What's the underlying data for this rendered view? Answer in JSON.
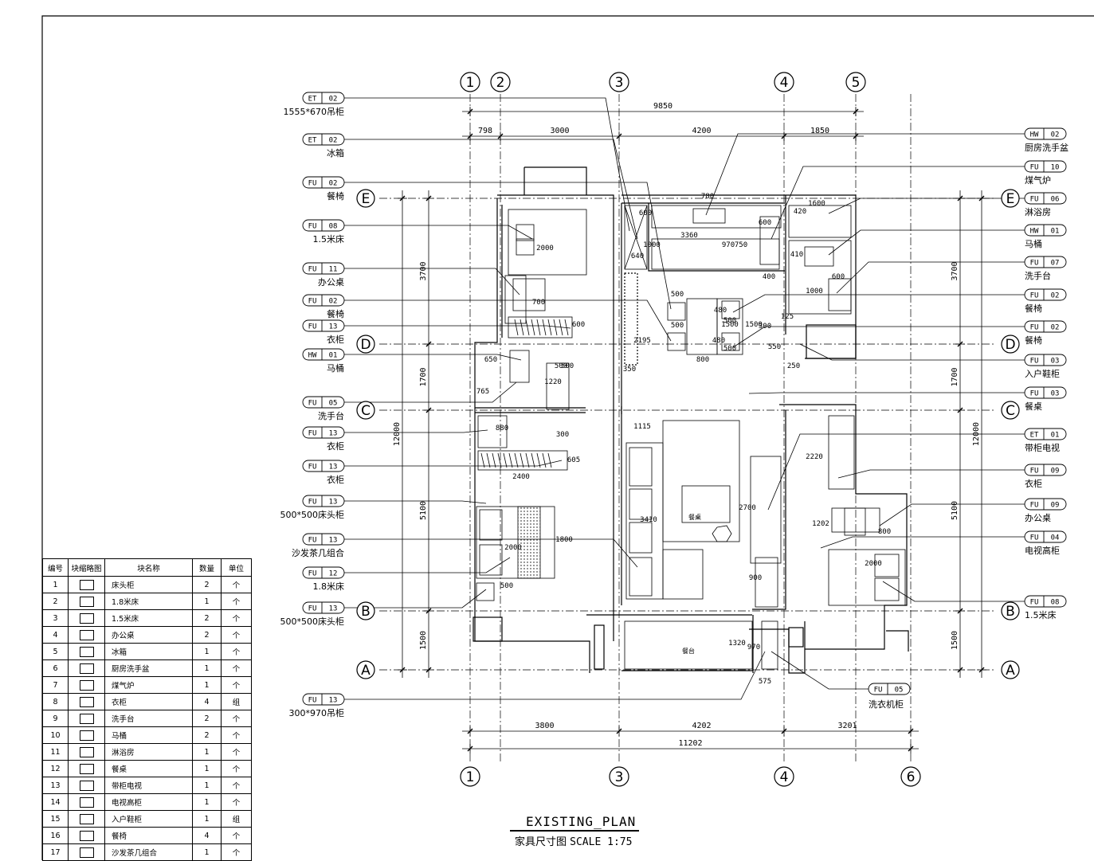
{
  "drawing": {
    "title": "EXISTING_PLAN",
    "subtitle_cn": "家具尺寸图",
    "scale_label": "SCALE 1:75"
  },
  "grid_top": [
    "1",
    "2",
    "3",
    "4",
    "5"
  ],
  "grid_bottom": [
    "1",
    "3",
    "4",
    "6"
  ],
  "grid_rows": [
    "E",
    "D",
    "C",
    "B",
    "A"
  ],
  "dimensions": {
    "top_total": "9850",
    "top": [
      "798",
      "3000",
      "4200",
      "1850"
    ],
    "bottom": [
      "3800",
      "4202",
      "3201"
    ],
    "bottom_total": "11202",
    "left_total": "12000",
    "right_total": "12000",
    "left": [
      "3700",
      "1700",
      "5100",
      "1500"
    ],
    "right": [
      "3700",
      "1700",
      "5100",
      "1500"
    ],
    "interior": [
      "600",
      "3360",
      "1000",
      "970",
      "750",
      "600",
      "780",
      "500",
      "500",
      "420",
      "1600",
      "640",
      "410",
      "1000",
      "600",
      "400",
      "1500",
      "2000",
      "700",
      "600",
      "500",
      "480",
      "500",
      "480",
      "500",
      "1500",
      "300",
      "550",
      "125",
      "250",
      "350",
      "2195",
      "800",
      "650",
      "500",
      "1220",
      "765",
      "880",
      "300",
      "605",
      "2400",
      "1115",
      "3410",
      "2700",
      "2220",
      "1202",
      "800",
      "2000",
      "1800",
      "2000",
      "500",
      "900",
      "1320",
      "970",
      "575"
    ]
  },
  "callouts_left": [
    {
      "code": "ET",
      "num": "02",
      "label": "1555*670吊柜"
    },
    {
      "code": "ET",
      "num": "02",
      "label": "冰箱"
    },
    {
      "code": "FU",
      "num": "02",
      "label": "餐椅"
    },
    {
      "code": "FU",
      "num": "08",
      "label": "1.5米床"
    },
    {
      "code": "FU",
      "num": "11",
      "label": "办公桌"
    },
    {
      "code": "FU",
      "num": "02",
      "label": "餐椅"
    },
    {
      "code": "FU",
      "num": "13",
      "label": "衣柜"
    },
    {
      "code": "HW",
      "num": "01",
      "label": "马桶"
    },
    {
      "code": "FU",
      "num": "05",
      "label": "洗手台"
    },
    {
      "code": "FU",
      "num": "13",
      "label": "衣柜"
    },
    {
      "code": "FU",
      "num": "13",
      "label": "衣柜"
    },
    {
      "code": "FU",
      "num": "13",
      "label": "500*500床头柜"
    },
    {
      "code": "FU",
      "num": "13",
      "label": "沙发茶几组合"
    },
    {
      "code": "FU",
      "num": "12",
      "label": "1.8米床"
    },
    {
      "code": "FU",
      "num": "13",
      "label": "500*500床头柜"
    },
    {
      "code": "FU",
      "num": "13",
      "label": "300*970吊柜"
    }
  ],
  "callouts_right": [
    {
      "code": "HW",
      "num": "02",
      "label": "厨房洗手盆"
    },
    {
      "code": "FU",
      "num": "10",
      "label": "煤气炉"
    },
    {
      "code": "FU",
      "num": "06",
      "label": "淋浴房"
    },
    {
      "code": "HW",
      "num": "01",
      "label": "马桶"
    },
    {
      "code": "FU",
      "num": "07",
      "label": "洗手台"
    },
    {
      "code": "FU",
      "num": "02",
      "label": "餐椅"
    },
    {
      "code": "FU",
      "num": "02",
      "label": "餐椅"
    },
    {
      "code": "FU",
      "num": "03",
      "label": "入户鞋柜"
    },
    {
      "code": "FU",
      "num": "03",
      "label": "餐桌"
    },
    {
      "code": "ET",
      "num": "01",
      "label": "带柜电视"
    },
    {
      "code": "FU",
      "num": "09",
      "label": "衣柜"
    },
    {
      "code": "FU",
      "num": "09",
      "label": "办公桌"
    },
    {
      "code": "FU",
      "num": "04",
      "label": "电视高柜"
    },
    {
      "code": "FU",
      "num": "08",
      "label": "1.5米床"
    }
  ],
  "callout_bottom": {
    "code": "FU",
    "num": "05",
    "label": "洗衣机柜"
  },
  "room_labels": [
    "餐桌",
    "餐台"
  ],
  "legend": {
    "headers": [
      "编号",
      "块缩略图",
      "块名称",
      "数量",
      "单位"
    ],
    "rows": [
      {
        "no": "1",
        "name": "床头柜",
        "qty": "2",
        "unit": "个"
      },
      {
        "no": "2",
        "name": "1.8米床",
        "qty": "1",
        "unit": "个"
      },
      {
        "no": "3",
        "name": "1.5米床",
        "qty": "2",
        "unit": "个"
      },
      {
        "no": "4",
        "name": "办公桌",
        "qty": "2",
        "unit": "个"
      },
      {
        "no": "5",
        "name": "冰箱",
        "qty": "1",
        "unit": "个"
      },
      {
        "no": "6",
        "name": "厨房洗手盆",
        "qty": "1",
        "unit": "个"
      },
      {
        "no": "7",
        "name": "煤气炉",
        "qty": "1",
        "unit": "个"
      },
      {
        "no": "8",
        "name": "衣柜",
        "qty": "4",
        "unit": "组"
      },
      {
        "no": "9",
        "name": "洗手台",
        "qty": "2",
        "unit": "个"
      },
      {
        "no": "10",
        "name": "马桶",
        "qty": "2",
        "unit": "个"
      },
      {
        "no": "11",
        "name": "淋浴房",
        "qty": "1",
        "unit": "个"
      },
      {
        "no": "12",
        "name": "餐桌",
        "qty": "1",
        "unit": "个"
      },
      {
        "no": "13",
        "name": "带柜电视",
        "qty": "1",
        "unit": "个"
      },
      {
        "no": "14",
        "name": "电视高柜",
        "qty": "1",
        "unit": "个"
      },
      {
        "no": "15",
        "name": "入户鞋柜",
        "qty": "1",
        "unit": "组"
      },
      {
        "no": "16",
        "name": "餐椅",
        "qty": "4",
        "unit": "个"
      },
      {
        "no": "17",
        "name": "沙发茶几组合",
        "qty": "1",
        "unit": "个"
      }
    ]
  }
}
